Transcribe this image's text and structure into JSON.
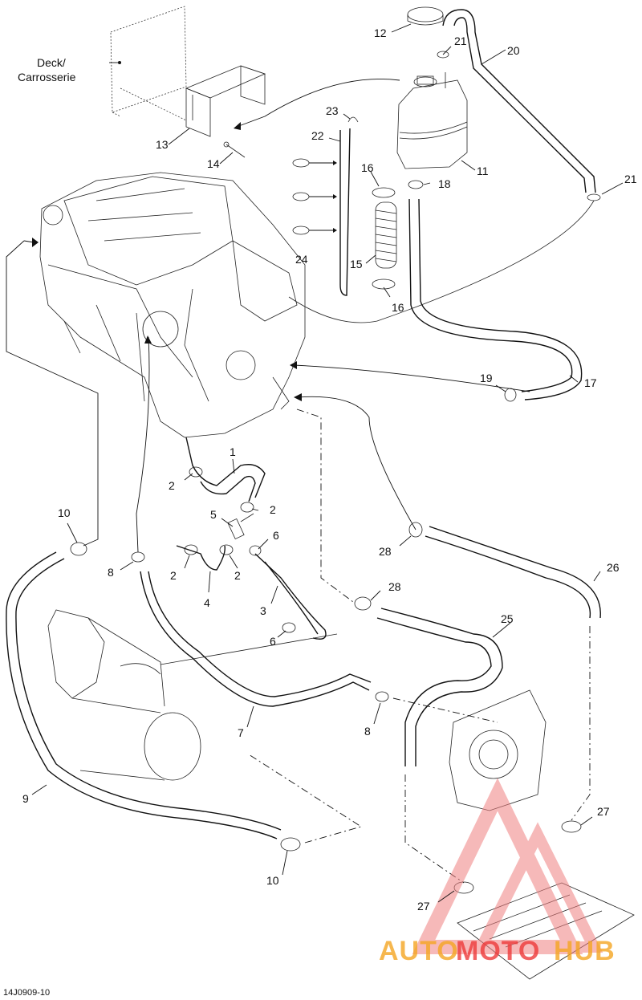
{
  "diagram": {
    "deck_label_line1": "Deck/",
    "deck_label_line2": "Carrosserie",
    "figure_code": "14J0909-10",
    "callouts": [
      {
        "id": "c1",
        "text": "1"
      },
      {
        "id": "c2a",
        "text": "2"
      },
      {
        "id": "c2b",
        "text": "2"
      },
      {
        "id": "c2c",
        "text": "2"
      },
      {
        "id": "c2d",
        "text": "2"
      },
      {
        "id": "c3",
        "text": "3"
      },
      {
        "id": "c4",
        "text": "4"
      },
      {
        "id": "c5",
        "text": "5"
      },
      {
        "id": "c6a",
        "text": "6"
      },
      {
        "id": "c6b",
        "text": "6"
      },
      {
        "id": "c7",
        "text": "7"
      },
      {
        "id": "c8a",
        "text": "8"
      },
      {
        "id": "c8b",
        "text": "8"
      },
      {
        "id": "c9",
        "text": "9"
      },
      {
        "id": "c10a",
        "text": "10"
      },
      {
        "id": "c10b",
        "text": "10"
      },
      {
        "id": "c11",
        "text": "11"
      },
      {
        "id": "c12",
        "text": "12"
      },
      {
        "id": "c13",
        "text": "13"
      },
      {
        "id": "c14",
        "text": "14"
      },
      {
        "id": "c15",
        "text": "15"
      },
      {
        "id": "c16a",
        "text": "16"
      },
      {
        "id": "c16b",
        "text": "16"
      },
      {
        "id": "c17",
        "text": "17"
      },
      {
        "id": "c18",
        "text": "18"
      },
      {
        "id": "c19",
        "text": "19"
      },
      {
        "id": "c20",
        "text": "20"
      },
      {
        "id": "c21a",
        "text": "21"
      },
      {
        "id": "c21b",
        "text": "21"
      },
      {
        "id": "c22",
        "text": "22"
      },
      {
        "id": "c23",
        "text": "23"
      },
      {
        "id": "c24",
        "text": "24"
      },
      {
        "id": "c25",
        "text": "25"
      },
      {
        "id": "c26",
        "text": "26"
      },
      {
        "id": "c27a",
        "text": "27"
      },
      {
        "id": "c27b",
        "text": "27"
      },
      {
        "id": "c28a",
        "text": "28"
      },
      {
        "id": "c28b",
        "text": "28"
      }
    ]
  },
  "watermark": {
    "part1": "AUTO",
    "part2": "MOTO",
    "part3": "HUB",
    "color_orange": "#f5a623",
    "color_red": "#ee3a3a",
    "logo_color": "#f08080"
  }
}
